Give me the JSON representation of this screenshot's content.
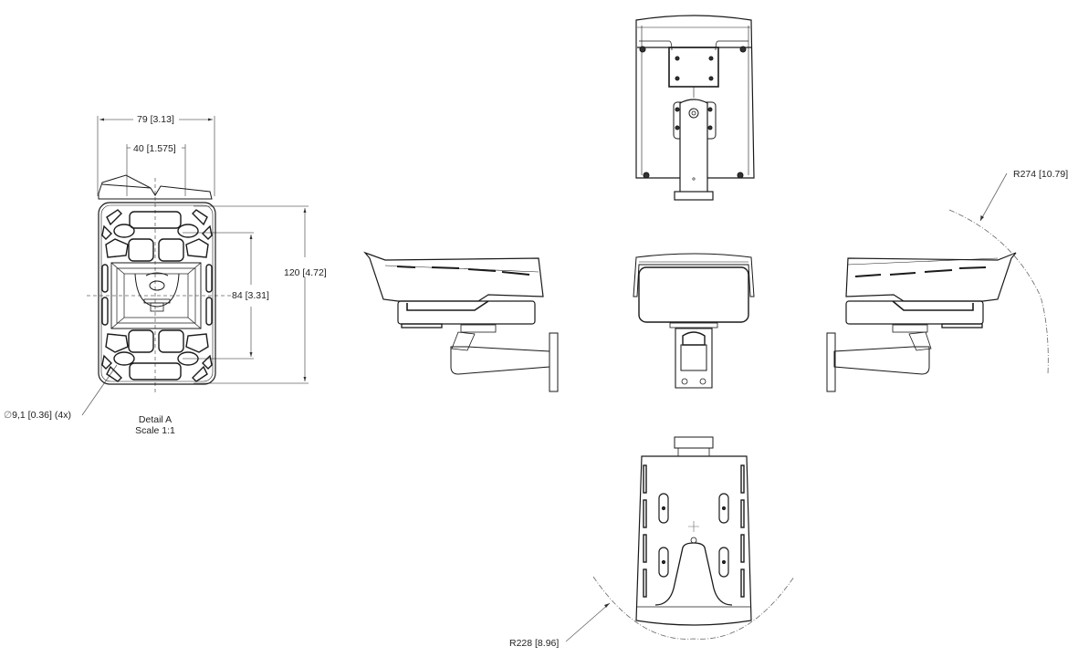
{
  "drawing": {
    "title": "Camera housing dimensional drawing",
    "stroke_color": "#1a1a1a",
    "dimension_color": "#555555"
  },
  "detail_a": {
    "width_overall": "79  [3.13]",
    "width_hole_spacing": "40  [1.575]",
    "height_overall": "120  [4.72]",
    "height_hole_spacing": "84  [3.31]",
    "hole_callout": "9,1  [0.36] (4x)",
    "diameter_symbol": "∅",
    "caption_line1": "Detail A",
    "caption_line2": "Scale 1:1"
  },
  "views": {
    "top": "top-view",
    "front": "front-view",
    "left": "side-view-left",
    "right": "side-view-right",
    "bottom": "bottom-view"
  },
  "radii": {
    "side_sweep": "R274   [10.79]",
    "bottom_sweep": "R228   [8.96]"
  }
}
